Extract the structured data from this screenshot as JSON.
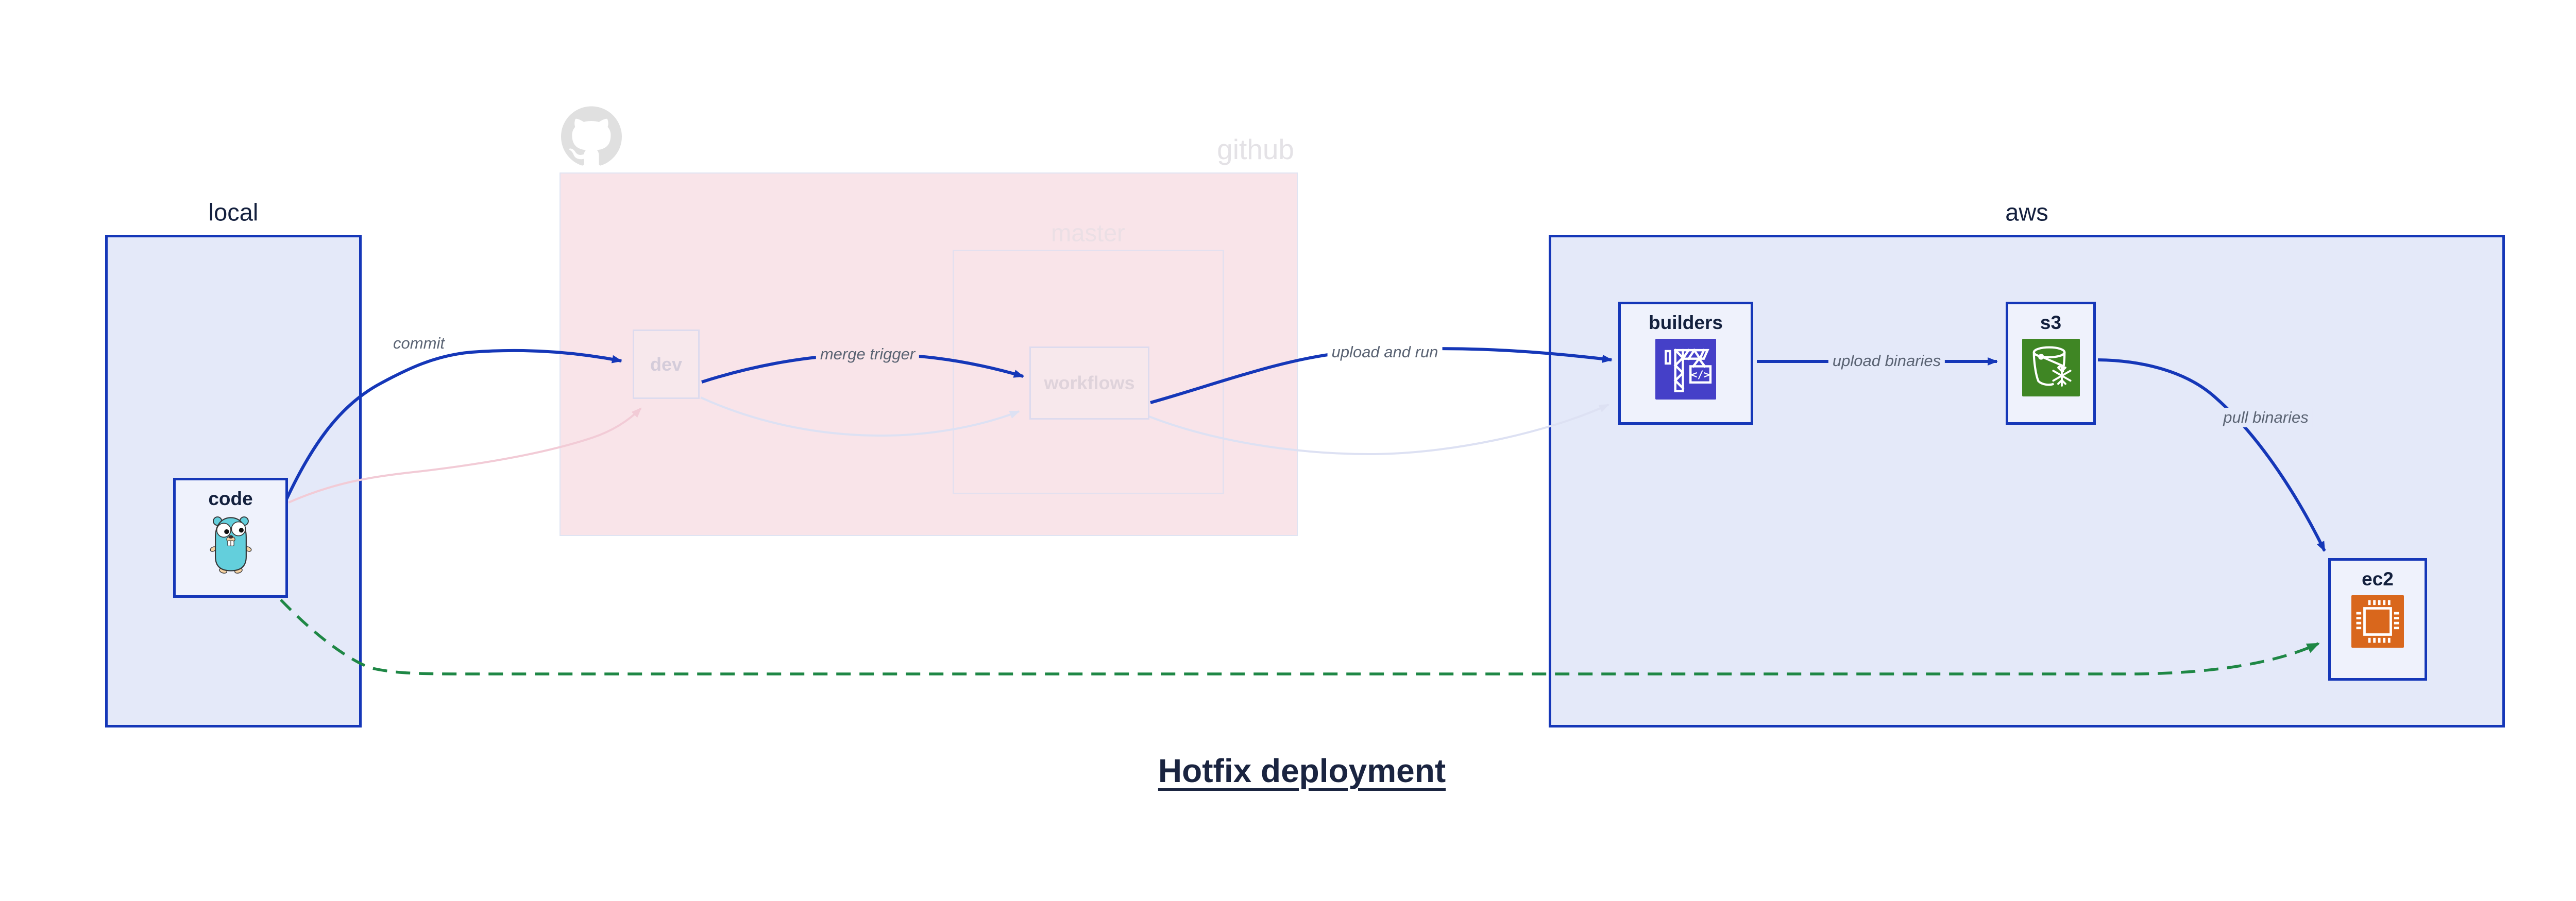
{
  "title": "Hotfix deployment",
  "containers": {
    "local": {
      "label": "local"
    },
    "github": {
      "label": "github",
      "logo_icon": "github-octocat-icon"
    },
    "master": {
      "label": "master"
    },
    "aws": {
      "label": "aws"
    }
  },
  "nodes": {
    "code": {
      "label": "code",
      "icon": "go-gopher-icon",
      "container": "local"
    },
    "dev": {
      "label": "dev",
      "container": "github",
      "state": "faded"
    },
    "workflows": {
      "label": "workflows",
      "container": "master",
      "state": "faded"
    },
    "builders": {
      "label": "builders",
      "icon": "aws-codebuild-icon",
      "container": "aws"
    },
    "s3": {
      "label": "s3",
      "icon": "aws-s3-glacier-icon",
      "container": "aws"
    },
    "ec2": {
      "label": "ec2",
      "icon": "aws-ec2-icon",
      "container": "aws"
    }
  },
  "edges": {
    "commit": {
      "label": "commit",
      "from": "code",
      "to": "dev",
      "style": "solid-blue"
    },
    "merge_trigger": {
      "label": "merge trigger",
      "from": "dev",
      "to": "workflows",
      "style": "solid-blue"
    },
    "upload_and_run": {
      "label": "upload and run",
      "from": "workflows",
      "to": "builders",
      "style": "solid-blue"
    },
    "upload_binaries": {
      "label": "upload binaries",
      "from": "builders",
      "to": "s3",
      "style": "solid-blue"
    },
    "pull_binaries": {
      "label": "pull binaries",
      "from": "s3",
      "to": "ec2",
      "style": "solid-blue"
    },
    "hotfix_path": {
      "label": "",
      "from": "code",
      "to": "ec2",
      "style": "dashed-green"
    },
    "faded_code_dev": {
      "label": "",
      "from": "code",
      "to": "dev",
      "style": "faded-pink"
    },
    "faded_dev_workflows": {
      "label": "",
      "from": "dev",
      "to": "workflows",
      "style": "faded-lavender"
    },
    "faded_workflows_builders": {
      "label": "",
      "from": "workflows",
      "to": "builders",
      "style": "faded-lavender"
    }
  },
  "colors": {
    "accent_blue": "#1537b8",
    "container_fill": "#e4e9f9",
    "node_fill": "#eff2fc",
    "github_pink_fill": "#f9e4e9",
    "github_pink_border": "#dfe4f3",
    "master_border": "#e4e0ef",
    "faded_node_border": "#dddbee",
    "faded_node_fill": "#f7e8ec",
    "faded_pink_edge": "#f2cbd6",
    "faded_lavender_edge": "#dde1f3",
    "hotfix_green": "#1e8745",
    "codebuild_indigo": "#4540c8",
    "s3_green": "#3f8624",
    "ec2_orange": "#d9671c",
    "gopher_teal": "#63cfdc",
    "octocat_gray": "#e0e0e0",
    "dark_navy_text": "#14203e",
    "edge_label_gray": "#5a6373"
  }
}
